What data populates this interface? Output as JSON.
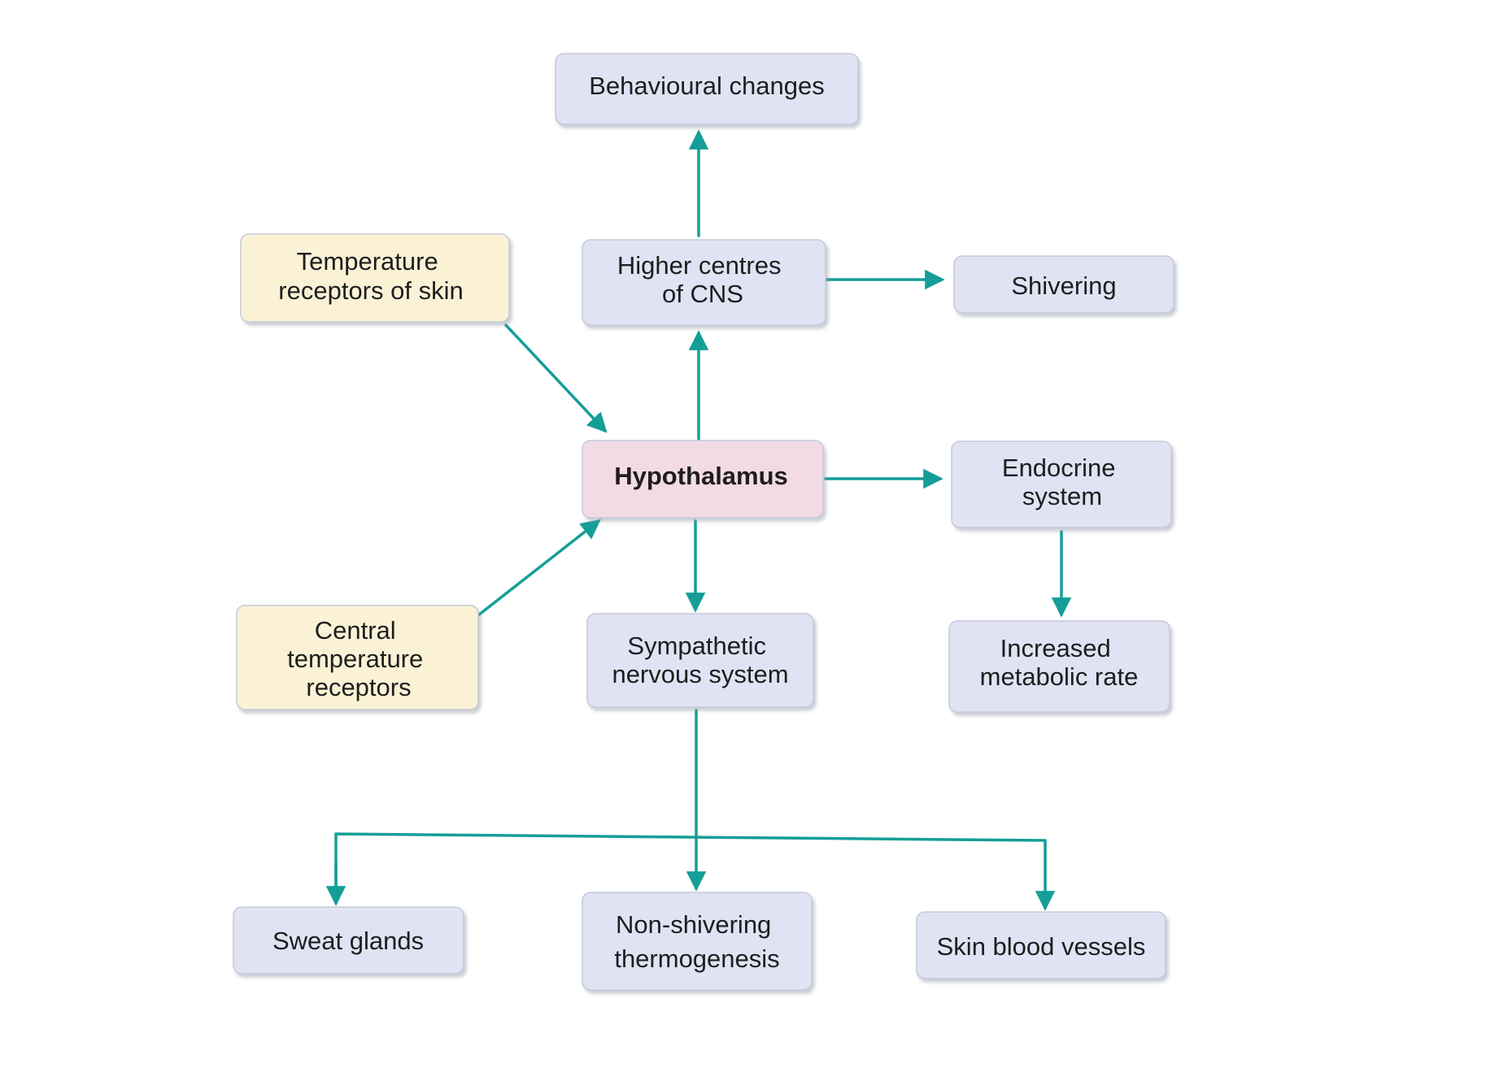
{
  "colors": {
    "arrow": "#159e97",
    "receptor_box": "#fbf2d6",
    "process_box": "#dfe3f3",
    "hypothalamus_box": "#f3dbe6"
  },
  "nodes": {
    "behavioural_changes": {
      "lines": [
        "Behavioural changes"
      ]
    },
    "higher_centres": {
      "lines": [
        "Higher centres",
        "of CNS"
      ]
    },
    "shivering": {
      "lines": [
        "Shivering"
      ]
    },
    "temperature_receptors_skin": {
      "lines": [
        "Temperature",
        "receptors of skin"
      ]
    },
    "hypothalamus": {
      "lines": [
        "Hypothalamus"
      ]
    },
    "endocrine_system": {
      "lines": [
        "Endocrine",
        "system"
      ]
    },
    "central_temperature_receptors": {
      "lines": [
        "Central",
        "temperature",
        "receptors"
      ]
    },
    "sympathetic_nervous_system": {
      "lines": [
        "Sympathetic",
        "nervous system"
      ]
    },
    "increased_metabolic_rate": {
      "lines": [
        "Increased",
        "metabolic rate"
      ]
    },
    "sweat_glands": {
      "lines": [
        "Sweat glands"
      ]
    },
    "non_shivering_thermogenesis": {
      "lines": [
        "Non-shivering",
        "thermogenesis"
      ]
    },
    "skin_blood_vessels": {
      "lines": [
        "Skin blood vessels"
      ]
    }
  }
}
